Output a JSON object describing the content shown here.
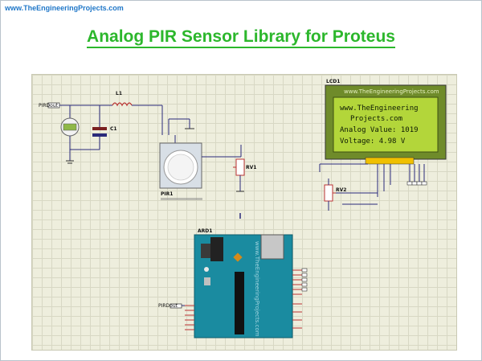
{
  "brand": "www.TheEngineeringProjects.com",
  "title": "Analog PIR Sensor Library for Proteus",
  "lcd": {
    "ref": "LCD1",
    "line1": "www.TheEngineering",
    "line2": "Projects.com",
    "line3": "Analog Value: 1019",
    "line4": "Voltage: 4.98 V",
    "header": "www.TheEngineeringProjects.com"
  },
  "components": {
    "inductor": "L1",
    "capacitor": "C1",
    "pir": "PIR1",
    "pot1": "RV1",
    "pot2": "RV2",
    "arduino": "ARD1",
    "arduino_watermark": "www.TheEngineeringProjects.com",
    "pir_out_label": "PIRDout",
    "pir_in_label": "PIRDout"
  },
  "colors": {
    "accent_green": "#2cb72c",
    "brand_blue": "#1f77c8",
    "arduino_teal": "#1a8ba0",
    "lcd_green": "#b3d63a"
  }
}
